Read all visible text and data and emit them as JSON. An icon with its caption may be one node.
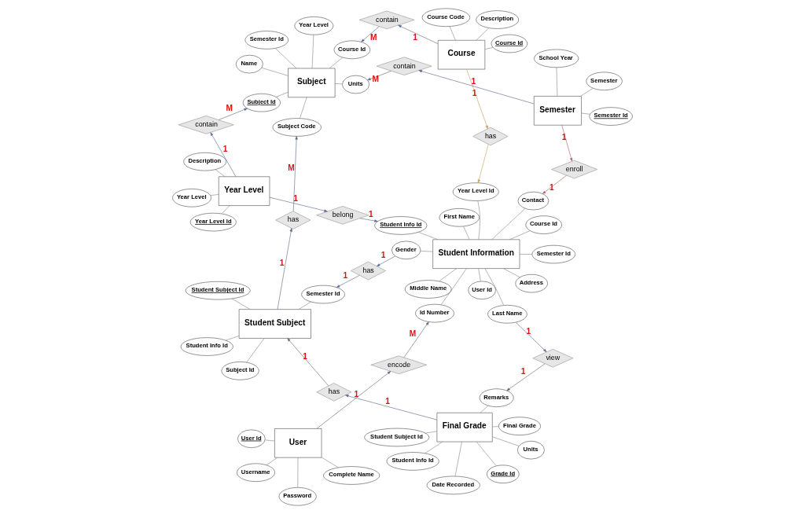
{
  "diagram": {
    "nodes": [
      {
        "text": [
          "Description"
        ]
      },
      {
        "text": [
          "Year Level Id"
        ]
      },
      {
        "text": [
          "Year Level"
        ]
      },
      {
        "text": [
          "Year Level"
        ]
      },
      {
        "text": [
          "Complete Name"
        ]
      },
      {
        "text": [
          "User Id"
        ]
      },
      {
        "text": [
          "Username"
        ]
      },
      {
        "text": [
          "Password"
        ]
      },
      {
        "text": [
          "User"
        ]
      },
      {
        "text": [
          "Grade Id"
        ]
      },
      {
        "text": [
          "Student Info Id"
        ]
      },
      {
        "text": [
          "Student Subject Id"
        ]
      },
      {
        "text": [
          "Remarks"
        ]
      },
      {
        "text": [
          "Final Grade"
        ]
      },
      {
        "text": [
          "Final Grade"
        ]
      },
      {
        "text": [
          "Date Recorded"
        ]
      },
      {
        "text": [
          "Units"
        ]
      },
      {
        "text": [
          "belong"
        ]
      },
      {
        "text": [
          "encode"
        ]
      },
      {
        "text": [
          "view"
        ]
      },
      {
        "text": [
          "has"
        ]
      },
      {
        "text": [
          "Course Code"
        ]
      },
      {
        "text": [
          "Course Id"
        ]
      },
      {
        "text": [
          "Description"
        ]
      },
      {
        "text": [
          "Course"
        ]
      },
      {
        "text": [
          "Student Info Id"
        ]
      },
      {
        "text": [
          "Id Number"
        ]
      },
      {
        "text": [
          "First Name"
        ]
      },
      {
        "text": [
          "User Id"
        ]
      },
      {
        "text": [
          "Semester Id"
        ]
      },
      {
        "text": [
          "Student Information"
        ]
      },
      {
        "text": [
          "Last Name"
        ]
      },
      {
        "text": [
          "Middle Name"
        ]
      },
      {
        "text": [
          "Year Level Id"
        ]
      },
      {
        "text": [
          "Course Id"
        ]
      },
      {
        "text": [
          "Address"
        ]
      },
      {
        "text": [
          "Gender"
        ]
      },
      {
        "text": [
          "Contact"
        ]
      },
      {
        "text": [
          "has"
        ]
      },
      {
        "text": [
          "Student Info Id"
        ]
      },
      {
        "text": [
          "Student Subject Id"
        ]
      },
      {
        "text": [
          "Semester Id"
        ]
      },
      {
        "text": [
          "Subject Id"
        ]
      },
      {
        "text": [
          "Student Subject"
        ]
      },
      {
        "text": [
          "has"
        ]
      },
      {
        "text": [
          "has"
        ]
      },
      {
        "text": [
          "Semester"
        ]
      },
      {
        "text": [
          "Semester Id"
        ]
      },
      {
        "text": [
          "School Year"
        ]
      },
      {
        "text": [
          "Semester"
        ]
      },
      {
        "text": [
          "enroll"
        ]
      },
      {
        "text": [
          "contain"
        ]
      },
      {
        "text": [
          "contain"
        ]
      },
      {
        "text": [
          "contain"
        ]
      },
      {
        "text": [
          "Subject Code"
        ]
      },
      {
        "text": [
          "Subject Id"
        ]
      },
      {
        "text": [
          "Name"
        ]
      },
      {
        "text": [
          "Course Id"
        ]
      },
      {
        "text": [
          "Year Level"
        ]
      },
      {
        "text": [
          "Subject"
        ]
      },
      {
        "text": [
          "Units"
        ]
      },
      {
        "text": [
          "Semester Id"
        ]
      }
    ],
    "edges": [
      {
        "from": 3,
        "to": 0,
        "arrow": "none"
      },
      {
        "from": 3,
        "to": 1,
        "arrow": "none"
      },
      {
        "from": 3,
        "to": 2,
        "arrow": "none"
      },
      {
        "from": 8,
        "to": 4,
        "arrow": "none"
      },
      {
        "from": 8,
        "to": 5,
        "arrow": "none"
      },
      {
        "from": 8,
        "to": 6,
        "arrow": "none"
      },
      {
        "from": 8,
        "to": 7,
        "arrow": "none"
      },
      {
        "from": 13,
        "to": 9,
        "arrow": "none"
      },
      {
        "from": 13,
        "to": 10,
        "arrow": "none"
      },
      {
        "from": 13,
        "to": 11,
        "arrow": "none"
      },
      {
        "from": 13,
        "to": 12,
        "arrow": "none"
      },
      {
        "from": 13,
        "to": 14,
        "arrow": "none"
      },
      {
        "from": 13,
        "to": 15,
        "arrow": "none"
      },
      {
        "from": 13,
        "to": 16,
        "arrow": "none"
      },
      {
        "from": 24,
        "to": 21,
        "arrow": "none"
      },
      {
        "from": 24,
        "to": 22,
        "arrow": "none"
      },
      {
        "from": 24,
        "to": 23,
        "arrow": "none"
      },
      {
        "from": 30,
        "to": 25,
        "arrow": "none"
      },
      {
        "from": 30,
        "to": 26,
        "arrow": "none"
      },
      {
        "from": 30,
        "to": 27,
        "arrow": "none"
      },
      {
        "from": 30,
        "to": 28,
        "arrow": "none"
      },
      {
        "from": 30,
        "to": 29,
        "arrow": "none"
      },
      {
        "from": 30,
        "to": 31,
        "arrow": "none"
      },
      {
        "from": 30,
        "to": 32,
        "arrow": "none"
      },
      {
        "from": 30,
        "to": 33,
        "arrow": "none"
      },
      {
        "from": 30,
        "to": 34,
        "arrow": "none"
      },
      {
        "from": 30,
        "to": 35,
        "arrow": "none"
      },
      {
        "from": 30,
        "to": 36,
        "arrow": "none"
      },
      {
        "from": 30,
        "to": 37,
        "arrow": "none"
      },
      {
        "from": 43,
        "to": 39,
        "arrow": "none"
      },
      {
        "from": 43,
        "to": 40,
        "arrow": "none"
      },
      {
        "from": 43,
        "to": 41,
        "arrow": "none"
      },
      {
        "from": 43,
        "to": 42,
        "arrow": "none"
      },
      {
        "from": 49,
        "to": 46,
        "arrow": "none"
      },
      {
        "from": 49,
        "to": 47,
        "arrow": "none"
      },
      {
        "from": 49,
        "to": 48,
        "arrow": "none"
      },
      {
        "from": 59,
        "to": 54,
        "arrow": "none"
      },
      {
        "from": 59,
        "to": 55,
        "arrow": "none"
      },
      {
        "from": 59,
        "to": 56,
        "arrow": "none"
      },
      {
        "from": 59,
        "to": 57,
        "arrow": "none"
      },
      {
        "from": 59,
        "to": 58,
        "arrow": "none"
      },
      {
        "from": 59,
        "to": 60,
        "arrow": "none"
      },
      {
        "from": 59,
        "to": 61,
        "arrow": "none"
      },
      {
        "from": 3,
        "to": 17,
        "arrow": "to",
        "label": "1",
        "color": "#5a6a8c"
      },
      {
        "from": 17,
        "to": 25,
        "arrow": "to",
        "label": "1",
        "color": "#5a6a8c"
      },
      {
        "from": 8,
        "to": 18,
        "arrow": "to",
        "label": "1",
        "color": "#5a6a8c"
      },
      {
        "from": 18,
        "to": 26,
        "arrow": "to",
        "label": "M",
        "color": "#5a6a8c"
      },
      {
        "from": 31,
        "to": 19,
        "arrow": "to",
        "label": "1",
        "color": "#5a6a8c"
      },
      {
        "from": 19,
        "to": 12,
        "arrow": "to",
        "label": "1",
        "color": "#5a6a8c"
      },
      {
        "from": 13,
        "to": 20,
        "arrow": "to",
        "label": "1",
        "color": "#5a6a8c"
      },
      {
        "from": 20,
        "to": 43,
        "arrow": "to",
        "label": "1",
        "color": "#5a6a8c"
      },
      {
        "from": 24,
        "to": 38,
        "arrow": "to",
        "label": "1",
        "color": "#c8a060"
      },
      {
        "from": 38,
        "to": 33,
        "arrow": "to",
        "color": "#c8a060"
      },
      {
        "from": 36,
        "to": 44,
        "arrow": "to",
        "label": "1",
        "color": "#5a6a8c"
      },
      {
        "from": 44,
        "to": 41,
        "arrow": "to",
        "label": "1",
        "color": "#5a6a8c"
      },
      {
        "from": 43,
        "to": 45,
        "arrow": "to",
        "label": "1",
        "color": "#5a6a8c"
      },
      {
        "from": 45,
        "to": 54,
        "arrow": "to",
        "label": "M",
        "color": "#5a6a8c"
      },
      {
        "from": 49,
        "to": 50,
        "arrow": "to",
        "label": "1",
        "color": "#b06060"
      },
      {
        "from": 50,
        "to": 37,
        "arrow": "to",
        "label": "1",
        "color": "#b06060"
      },
      {
        "from": 3,
        "to": 51,
        "arrow": "to",
        "label": "1",
        "color": "#5a6a8c"
      },
      {
        "from": 51,
        "to": 55,
        "arrow": "to",
        "label": "M",
        "color": "#5a6a8c"
      },
      {
        "from": 24,
        "to": 52,
        "arrow": "to",
        "label": "1",
        "color": "#5a6a8c"
      },
      {
        "from": 52,
        "to": 57,
        "arrow": "to",
        "label": "M",
        "color": "#5a6a8c"
      },
      {
        "from": 49,
        "to": 53,
        "arrow": "to",
        "label": "1",
        "color": "#5a6a8c"
      },
      {
        "from": 53,
        "to": 60,
        "arrow": "to",
        "label": "M",
        "color": "#5a6a8c"
      }
    ]
  }
}
